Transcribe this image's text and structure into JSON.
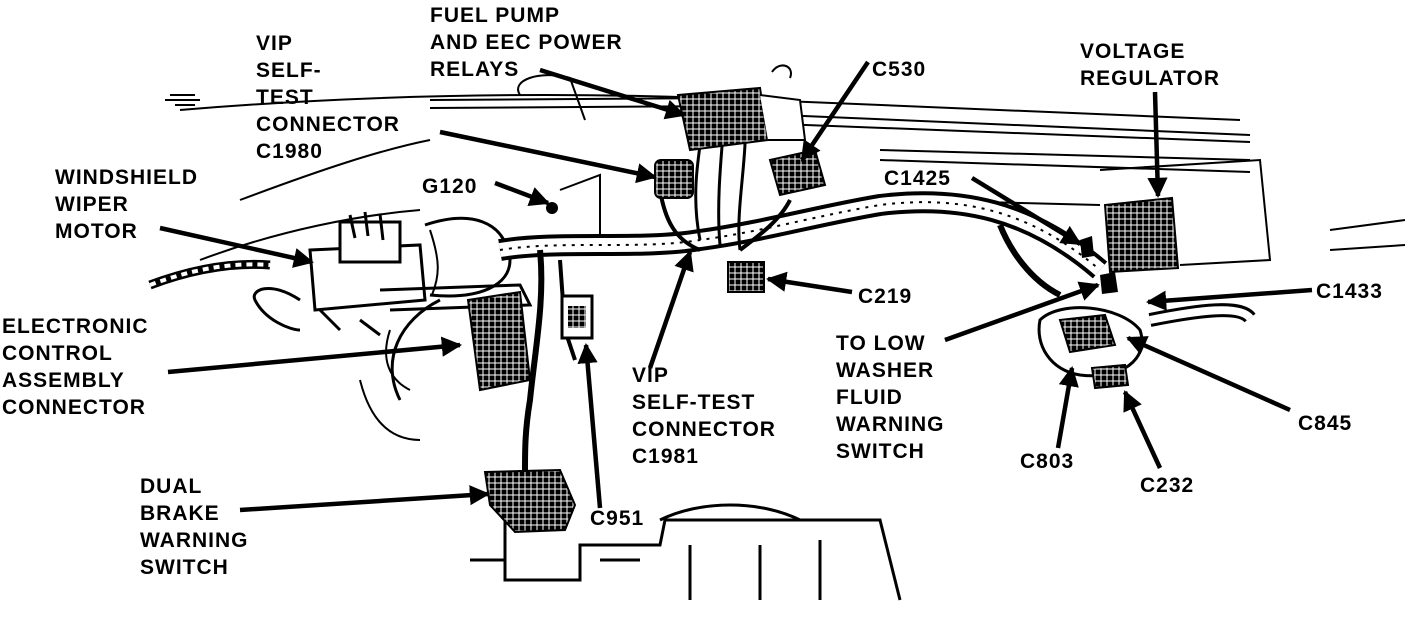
{
  "diagram": {
    "labels": {
      "fuel_pump_relays": "FUEL PUMP\nAND EEC POWER\nRELAYS",
      "vip_c1980": "VIP\nSELF-\nTEST\nCONNECTOR\nC1980",
      "c530": "C530",
      "voltage_regulator": "VOLTAGE\nREGULATOR",
      "windshield_wiper_motor": "WINDSHIELD\nWIPER\nMOTOR",
      "g120": "G120",
      "c1425": "C1425",
      "c219": "C219",
      "c1433": "C1433",
      "eca_connector": "ELECTRONIC\nCONTROL\nASSEMBLY\nCONNECTOR",
      "to_low_washer": "TO LOW\nWASHER\nFLUID\nWARNING\nSWITCH",
      "vip_c1981": "VIP\nSELF-TEST\nCONNECTOR\nC1981",
      "c845": "C845",
      "c803": "C803",
      "c232": "C232",
      "dual_brake": "DUAL\nBRAKE\nWARNING\nSWITCH",
      "c951": "C951"
    },
    "colors": {
      "ink": "#000000",
      "paper": "#ffffff"
    }
  }
}
